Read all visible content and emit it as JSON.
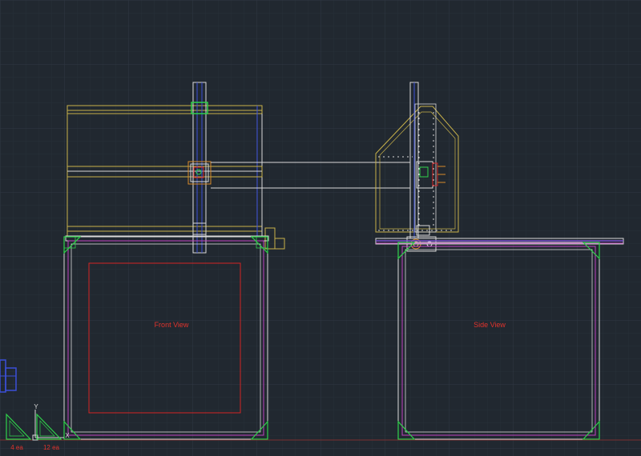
{
  "drawing": {
    "front_label": "Front View",
    "side_label": "Side View"
  },
  "ucs": {
    "y_axis": "Y",
    "x_axis": "X",
    "left_qty": "4 ea",
    "right_qty": "12 ea"
  },
  "colors": {
    "background": "#212830",
    "grid_minor": "#283039",
    "grid_major": "#2f3843",
    "yellow_line": "#c9b24a",
    "white_line": "#d9d9d9",
    "red_line": "#d42424",
    "magenta_line": "#c042c0",
    "green_line": "#2fd14a",
    "blue_line": "#3b4fd8",
    "purple_line": "#7b4fd0",
    "orange_line": "#d88a2a",
    "cyan_line": "#5aa0c8"
  }
}
